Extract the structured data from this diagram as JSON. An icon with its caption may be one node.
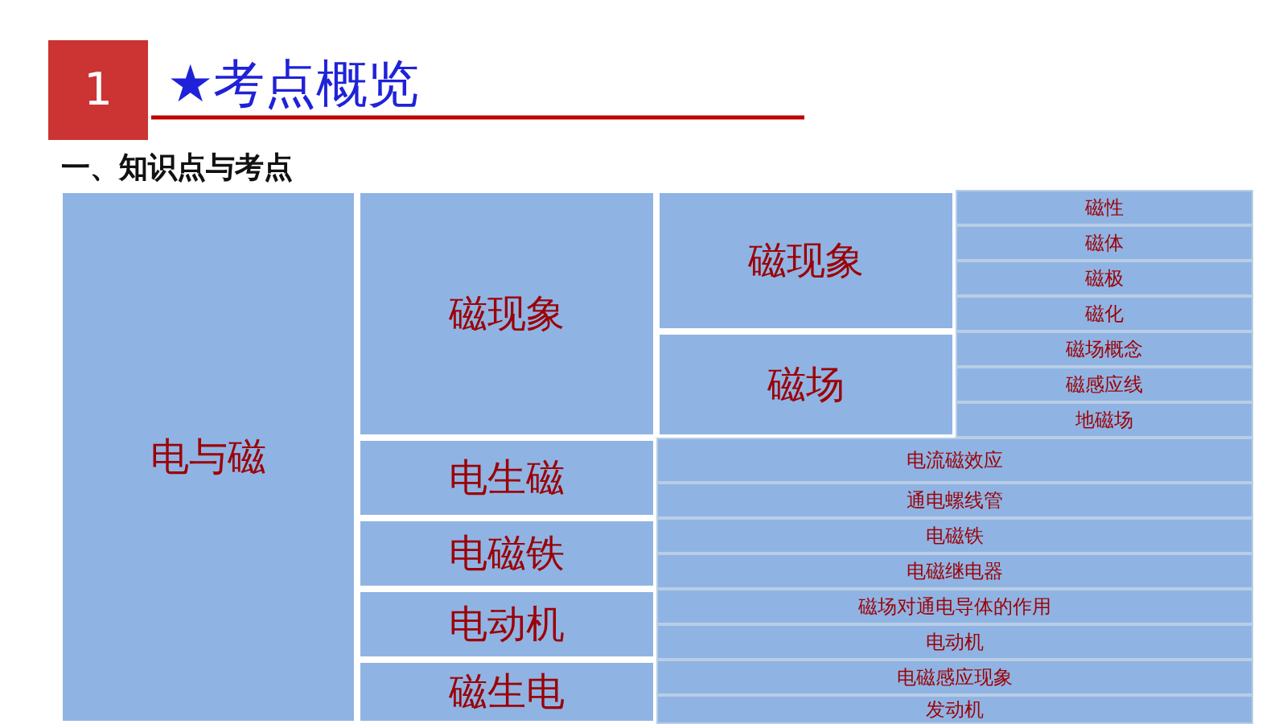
{
  "diagram": {
    "title": "★考点概览",
    "nodes": [
      {
        "text": [
          "1"
        ]
      },
      {
        "text": [
          "电与磁"
        ]
      },
      {
        "text": [
          "磁现象"
        ]
      },
      {
        "text": [
          "磁现象"
        ]
      },
      {
        "text": [
          "磁性"
        ]
      },
      {
        "text": [
          "磁体"
        ]
      },
      {
        "text": [
          "磁极"
        ]
      },
      {
        "text": [
          "磁化"
        ]
      },
      {
        "text": [
          "磁场"
        ]
      },
      {
        "text": [
          "磁场概念"
        ]
      },
      {
        "text": [
          "磁感应线"
        ]
      },
      {
        "text": [
          "地磁场"
        ]
      },
      {
        "text": [
          "电生磁"
        ]
      },
      {
        "text": [
          "电流磁效应"
        ]
      },
      {
        "text": [
          "通电螺线管"
        ]
      },
      {
        "text": [
          "电磁铁"
        ]
      },
      {
        "text": [
          "电磁铁"
        ]
      },
      {
        "text": [
          "电磁继电器"
        ]
      },
      {
        "text": [
          "电动机"
        ]
      },
      {
        "text": [
          "磁场对通电导体的作用"
        ]
      },
      {
        "text": [
          "电动机"
        ]
      },
      {
        "text": [
          "磁生电"
        ]
      },
      {
        "text": [
          "电磁感应现象"
        ]
      },
      {
        "text": [
          "发动机"
        ]
      }
    ],
    "labels": [
      "一、知识点与考点"
    ]
  }
}
